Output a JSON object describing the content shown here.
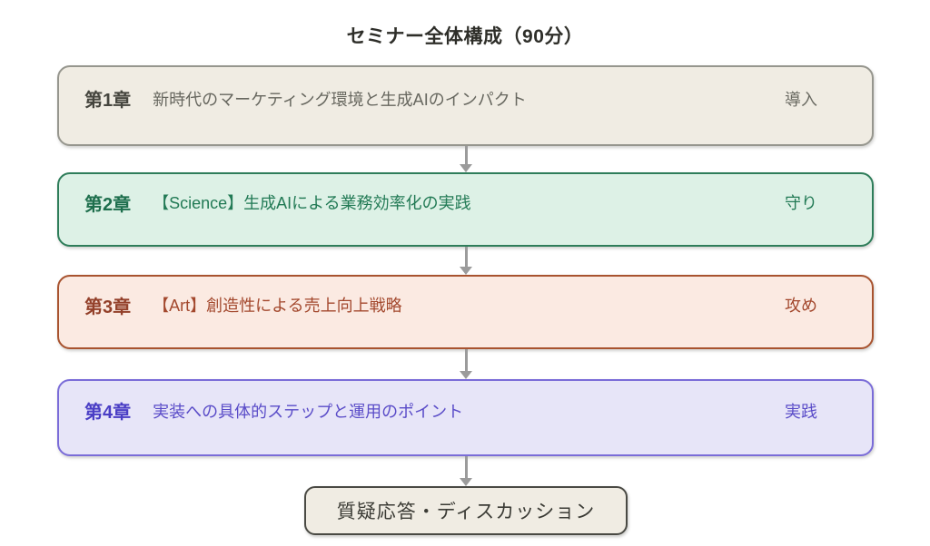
{
  "title": "セミナー全体構成（90分）",
  "chapters": [
    {
      "label": "第1章",
      "description": "新時代のマーケティング環境と生成AIのインパクト",
      "tag": "導入",
      "bg": "#f0ece3",
      "border": "#96968e",
      "label_color": "#45453e",
      "desc_color": "#67675f",
      "tag_color": "#6b6b63"
    },
    {
      "label": "第2章",
      "description": "【Science】生成AIによる業務効率化の実践",
      "tag": "守り",
      "bg": "#ddf1e6",
      "border": "#2e7d5a",
      "label_color": "#1e6f4d",
      "desc_color": "#227a55",
      "tag_color": "#227a55"
    },
    {
      "label": "第3章",
      "description": "【Art】創造性による売上向上戦略",
      "tag": "攻め",
      "bg": "#fbeae2",
      "border": "#a8532f",
      "label_color": "#93402a",
      "desc_color": "#a3482d",
      "tag_color": "#a3482d"
    },
    {
      "label": "第4章",
      "description": "実装への具体的ステップと運用のポイント",
      "tag": "実践",
      "bg": "#e7e5f8",
      "border": "#7a6cd8",
      "label_color": "#4a3ec5",
      "desc_color": "#5a4cc8",
      "tag_color": "#5a4cc8"
    }
  ],
  "footer": {
    "label": "質疑応答・ディスカッション"
  },
  "colors": {
    "arrow": "#9b9b9b",
    "background": "#ffffff"
  }
}
